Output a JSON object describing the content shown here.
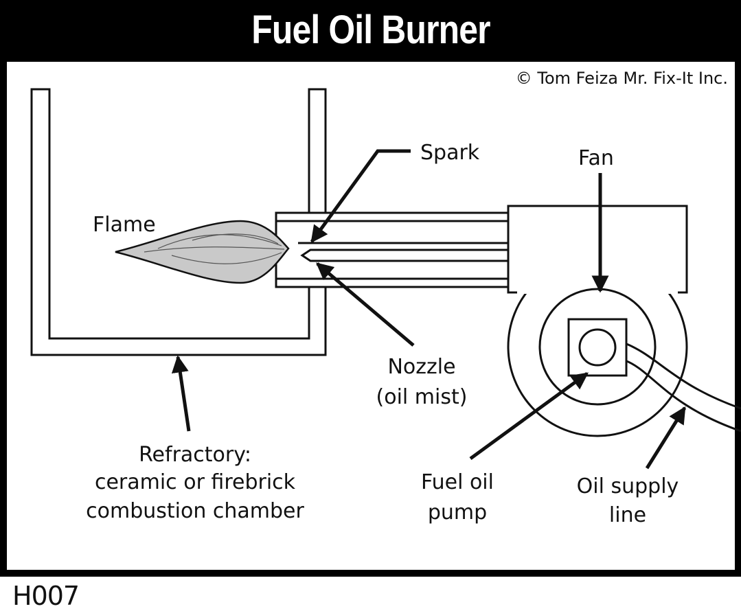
{
  "title": "Fuel Oil Burner",
  "copyright": "© Tom Feiza Mr. Fix-It Inc.",
  "labels": {
    "spark": "Spark",
    "fan": "Fan",
    "flame": "Flame",
    "nozzle": [
      "Nozzle",
      "(oil mist)"
    ],
    "refractory": [
      "Refractory:",
      "ceramic or firebrick",
      "combustion chamber"
    ],
    "pump": [
      "Fuel oil",
      "pump"
    ],
    "supply": [
      "Oil supply",
      "line"
    ]
  },
  "code": "H007"
}
